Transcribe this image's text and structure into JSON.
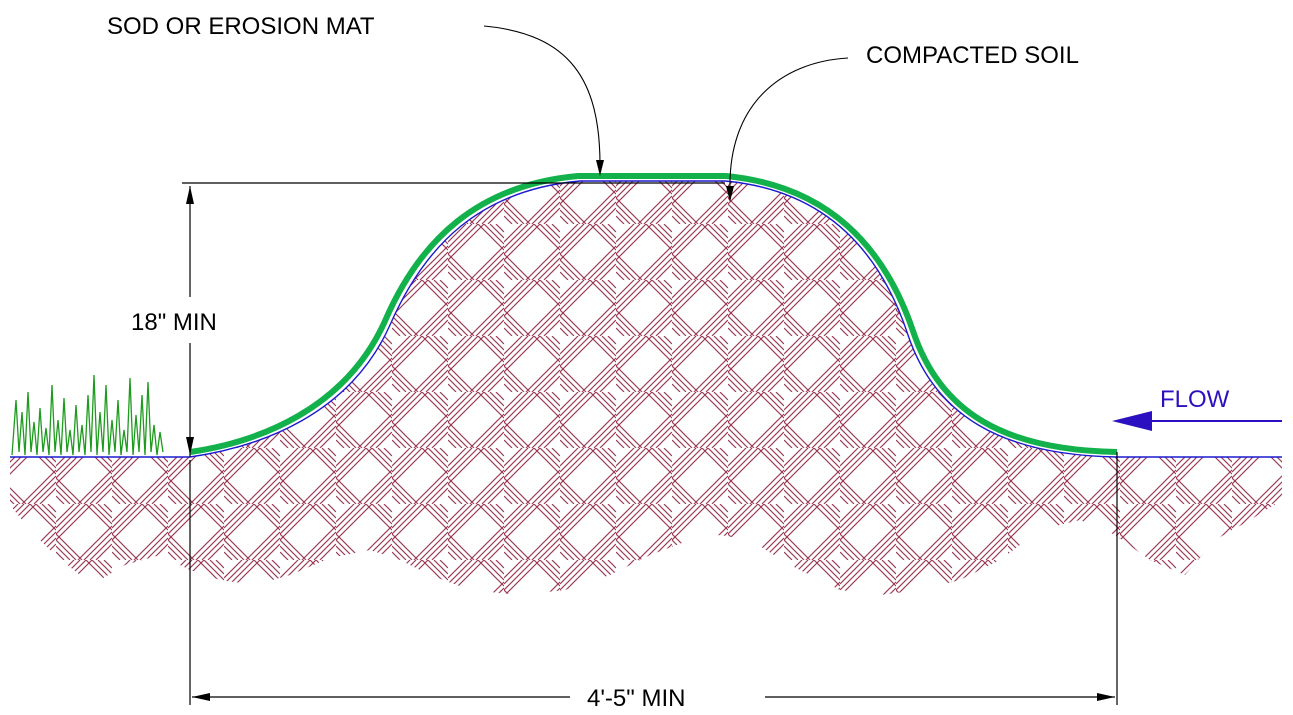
{
  "labels": {
    "sod_mat": "SOD OR EROSION MAT",
    "compacted_soil": "COMPACTED SOIL",
    "height_dim": "18\" MIN",
    "width_dim": "4'-5\" MIN",
    "flow": "FLOW"
  },
  "colors": {
    "background": "#ffffff",
    "linework": "#000000",
    "soil_hatch": "#9a3a55",
    "ground_line": "#1a1ad0",
    "sod_mat": "#13b14c",
    "grass": "#1e9a1e",
    "flow_arrow": "#2a10c0"
  },
  "icons": {
    "grass": "grass-tuft-icon",
    "flow_arrow": "arrow-left-icon"
  }
}
